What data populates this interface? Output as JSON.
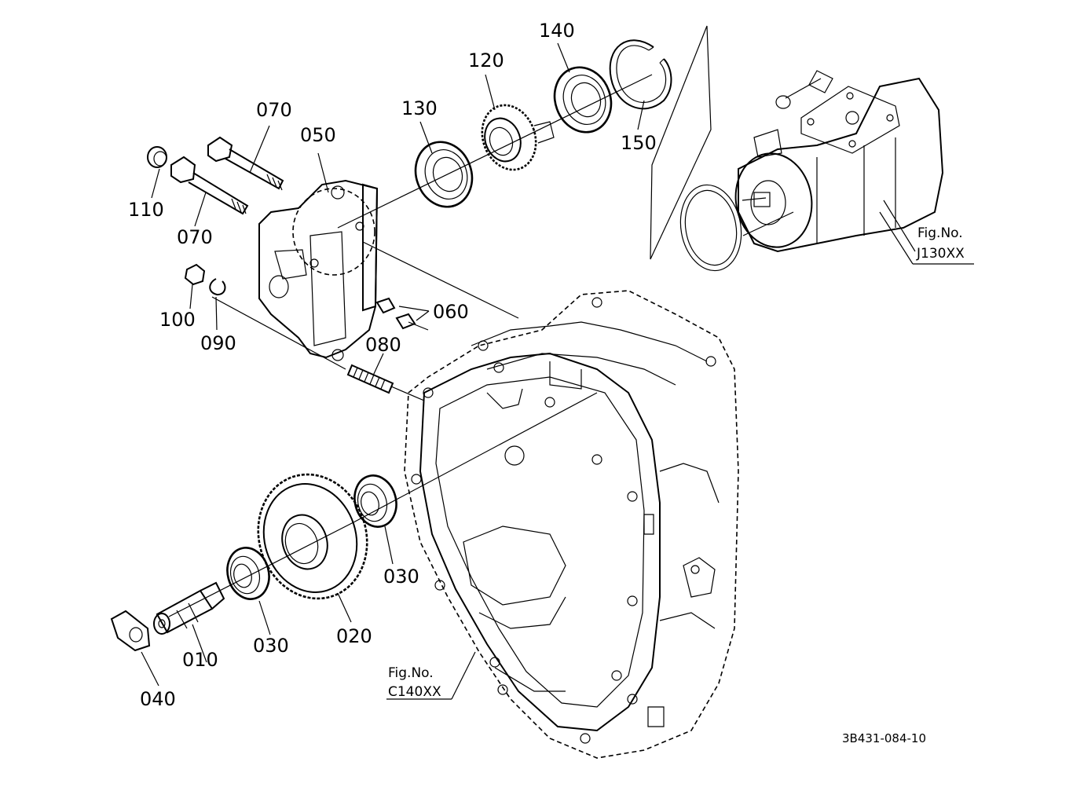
{
  "diagram": {
    "parts": [
      {
        "id": "p010",
        "label": "010"
      },
      {
        "id": "p020",
        "label": "020"
      },
      {
        "id": "p030a",
        "label": "030"
      },
      {
        "id": "p030b",
        "label": "030"
      },
      {
        "id": "p040",
        "label": "040"
      },
      {
        "id": "p050",
        "label": "050"
      },
      {
        "id": "p060",
        "label": "060"
      },
      {
        "id": "p070a",
        "label": "070"
      },
      {
        "id": "p070b",
        "label": "070"
      },
      {
        "id": "p080",
        "label": "080"
      },
      {
        "id": "p090",
        "label": "090"
      },
      {
        "id": "p100",
        "label": "100"
      },
      {
        "id": "p110",
        "label": "110"
      },
      {
        "id": "p120",
        "label": "120"
      },
      {
        "id": "p130",
        "label": "130"
      },
      {
        "id": "p140",
        "label": "140"
      },
      {
        "id": "p150",
        "label": "150"
      }
    ],
    "references": [
      {
        "id": "ref-pump",
        "line1": "Fig.No.",
        "line2": "J130XX"
      },
      {
        "id": "ref-case",
        "line1": "Fig.No.",
        "line2": "C140XX"
      }
    ],
    "drawing_code": "3B431-084-10"
  }
}
